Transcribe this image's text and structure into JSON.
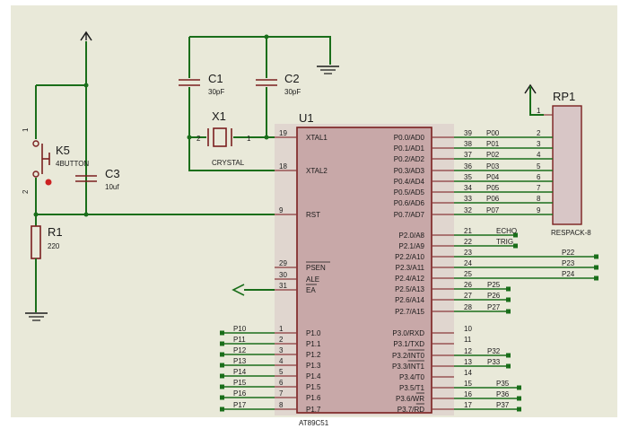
{
  "chip": {
    "ref": "U1",
    "part": "AT89C51",
    "left_pins": [
      {
        "num": "19",
        "name": "XTAL1"
      },
      {
        "num": "18",
        "name": "XTAL2"
      },
      {
        "num": "9",
        "name": "RST"
      },
      {
        "num": "29",
        "name": "PSEN"
      },
      {
        "num": "30",
        "name": "ALE"
      },
      {
        "num": "31",
        "name": "EA"
      },
      {
        "num": "1",
        "name": "P1.0",
        "net": "P10"
      },
      {
        "num": "2",
        "name": "P1.1",
        "net": "P11"
      },
      {
        "num": "3",
        "name": "P1.2",
        "net": "P12"
      },
      {
        "num": "4",
        "name": "P1.3",
        "net": "P13"
      },
      {
        "num": "5",
        "name": "P1.4",
        "net": "P14"
      },
      {
        "num": "6",
        "name": "P1.5",
        "net": "P15"
      },
      {
        "num": "7",
        "name": "P1.6",
        "net": "P16"
      },
      {
        "num": "8",
        "name": "P1.7",
        "net": "P17"
      }
    ],
    "right_pins": [
      {
        "num": "39",
        "name": "P0.0/AD0",
        "net": "P00"
      },
      {
        "num": "38",
        "name": "P0.1/AD1",
        "net": "P01"
      },
      {
        "num": "37",
        "name": "P0.2/AD2",
        "net": "P02"
      },
      {
        "num": "36",
        "name": "P0.3/AD3",
        "net": "P03"
      },
      {
        "num": "35",
        "name": "P0.4/AD4",
        "net": "P04"
      },
      {
        "num": "34",
        "name": "P0.5/AD5",
        "net": "P05"
      },
      {
        "num": "33",
        "name": "P0.6/AD6",
        "net": "P06"
      },
      {
        "num": "32",
        "name": "P0.7/AD7",
        "net": "P07"
      },
      {
        "num": "21",
        "name": "P2.0/A8",
        "net": "ECHO"
      },
      {
        "num": "22",
        "name": "P2.1/A9",
        "net": "TRIG"
      },
      {
        "num": "23",
        "name": "P2.2/A10",
        "net": "P22"
      },
      {
        "num": "24",
        "name": "P2.3/A11",
        "net": "P23"
      },
      {
        "num": "25",
        "name": "P2.4/A12",
        "net": "P24"
      },
      {
        "num": "26",
        "name": "P2.5/A13",
        "net": "P25"
      },
      {
        "num": "27",
        "name": "P2.6/A14",
        "net": "P26"
      },
      {
        "num": "28",
        "name": "P2.7/A15",
        "net": "P27"
      },
      {
        "num": "10",
        "name": "P3.0/RXD",
        "net": ""
      },
      {
        "num": "11",
        "name": "P3.1/TXD",
        "net": ""
      },
      {
        "num": "12",
        "name": "P3.2/INT0",
        "net": "P32"
      },
      {
        "num": "13",
        "name": "P3.3/INT1",
        "net": "P33"
      },
      {
        "num": "14",
        "name": "P3.4/T0",
        "net": ""
      },
      {
        "num": "15",
        "name": "P3.5/T1",
        "net": "P35"
      },
      {
        "num": "16",
        "name": "P3.6/WR",
        "net": "P36"
      },
      {
        "num": "17",
        "name": "P3.7/RD",
        "net": "P37"
      }
    ]
  },
  "components": {
    "c1": {
      "ref": "C1",
      "value": "30pF"
    },
    "c2": {
      "ref": "C2",
      "value": "30pF"
    },
    "c3": {
      "ref": "C3",
      "value": "10uf"
    },
    "x1": {
      "ref": "X1",
      "value": "CRYSTAL",
      "pin_left": "2",
      "pin_right": "1"
    },
    "k5": {
      "ref": "K5",
      "value": "4BUTTON",
      "pin_top": "1",
      "pin_bottom": "2"
    },
    "r1": {
      "ref": "R1",
      "value": "220"
    },
    "rp1": {
      "ref": "RP1",
      "value": "RESPACK-8",
      "pins": [
        "2",
        "3",
        "4",
        "5",
        "6",
        "7",
        "8",
        "9"
      ],
      "common_pin": "1"
    }
  }
}
